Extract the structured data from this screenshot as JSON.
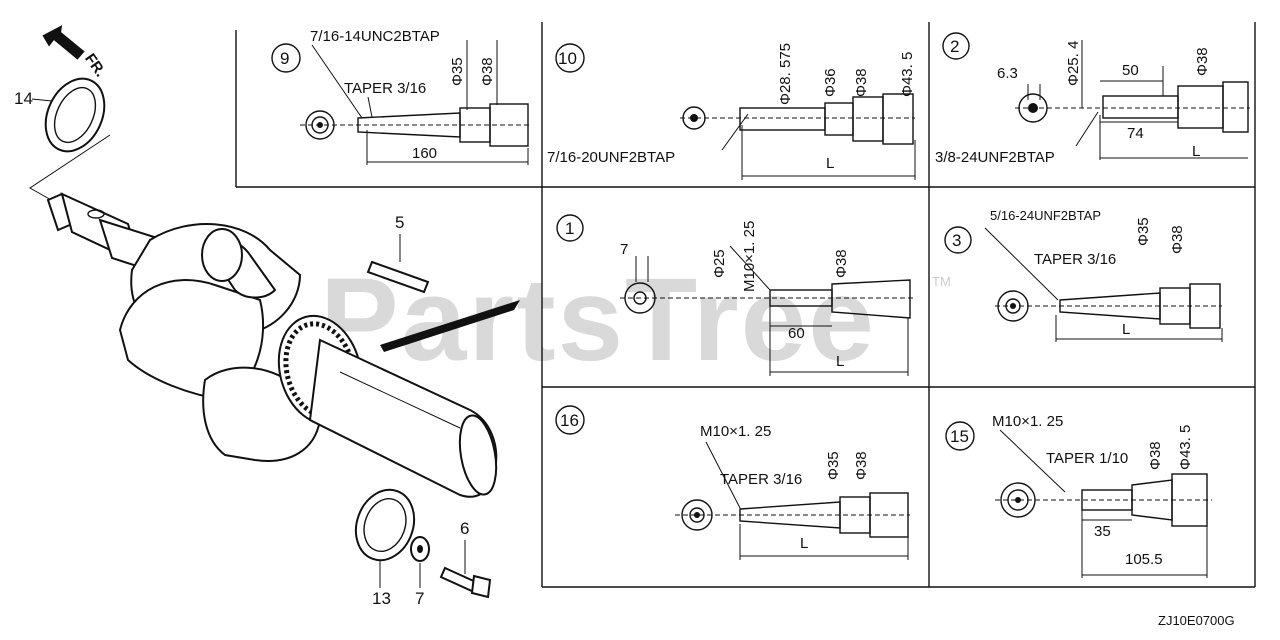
{
  "diagram": {
    "watermark": "PartsTree",
    "trademark": "TM",
    "part_code": "ZJ10E0700G",
    "front_arrow_label": "FR.",
    "callouts": {
      "c14": "14",
      "c5": "5",
      "c6": "6",
      "c13": "13",
      "c7": "7"
    },
    "panels": {
      "p9": {
        "number": "9",
        "thread": "7/16-14UNC2BTAP",
        "taper": "TAPER 3/16",
        "d1": "Φ35",
        "d2": "Φ38",
        "length": "160"
      },
      "p10": {
        "number": "10",
        "thread": "7/16-20UNF2BTAP",
        "d1": "Φ28. 575",
        "d2": "Φ36",
        "d3": "Φ38",
        "d4": "Φ43. 5",
        "length": "L"
      },
      "p2": {
        "number": "2",
        "key": "6.3",
        "d1": "Φ25. 4",
        "d2": "Φ38",
        "len1": "50",
        "len2": "74",
        "length": "L",
        "thread": "3/8-24UNF2BTAP"
      },
      "p1": {
        "number": "1",
        "key": "7",
        "d1": "Φ25",
        "thread": "M10×1. 25",
        "d2": "Φ38",
        "len1": "60",
        "length": "L"
      },
      "p3": {
        "number": "3",
        "thread": "5/16-24UNF2BTAP",
        "taper": "TAPER 3/16",
        "d1": "Φ35",
        "d2": "Φ38",
        "length": "L"
      },
      "p16": {
        "number": "16",
        "thread": "M10×1. 25",
        "taper": "TAPER 3/16",
        "d1": "Φ35",
        "d2": "Φ38",
        "length": "L"
      },
      "p15": {
        "number": "15",
        "thread": "M10×1. 25",
        "taper": "TAPER 1/10",
        "d1": "Φ38",
        "d2": "Φ43. 5",
        "len1": "35",
        "len2": "105.5"
      }
    }
  }
}
